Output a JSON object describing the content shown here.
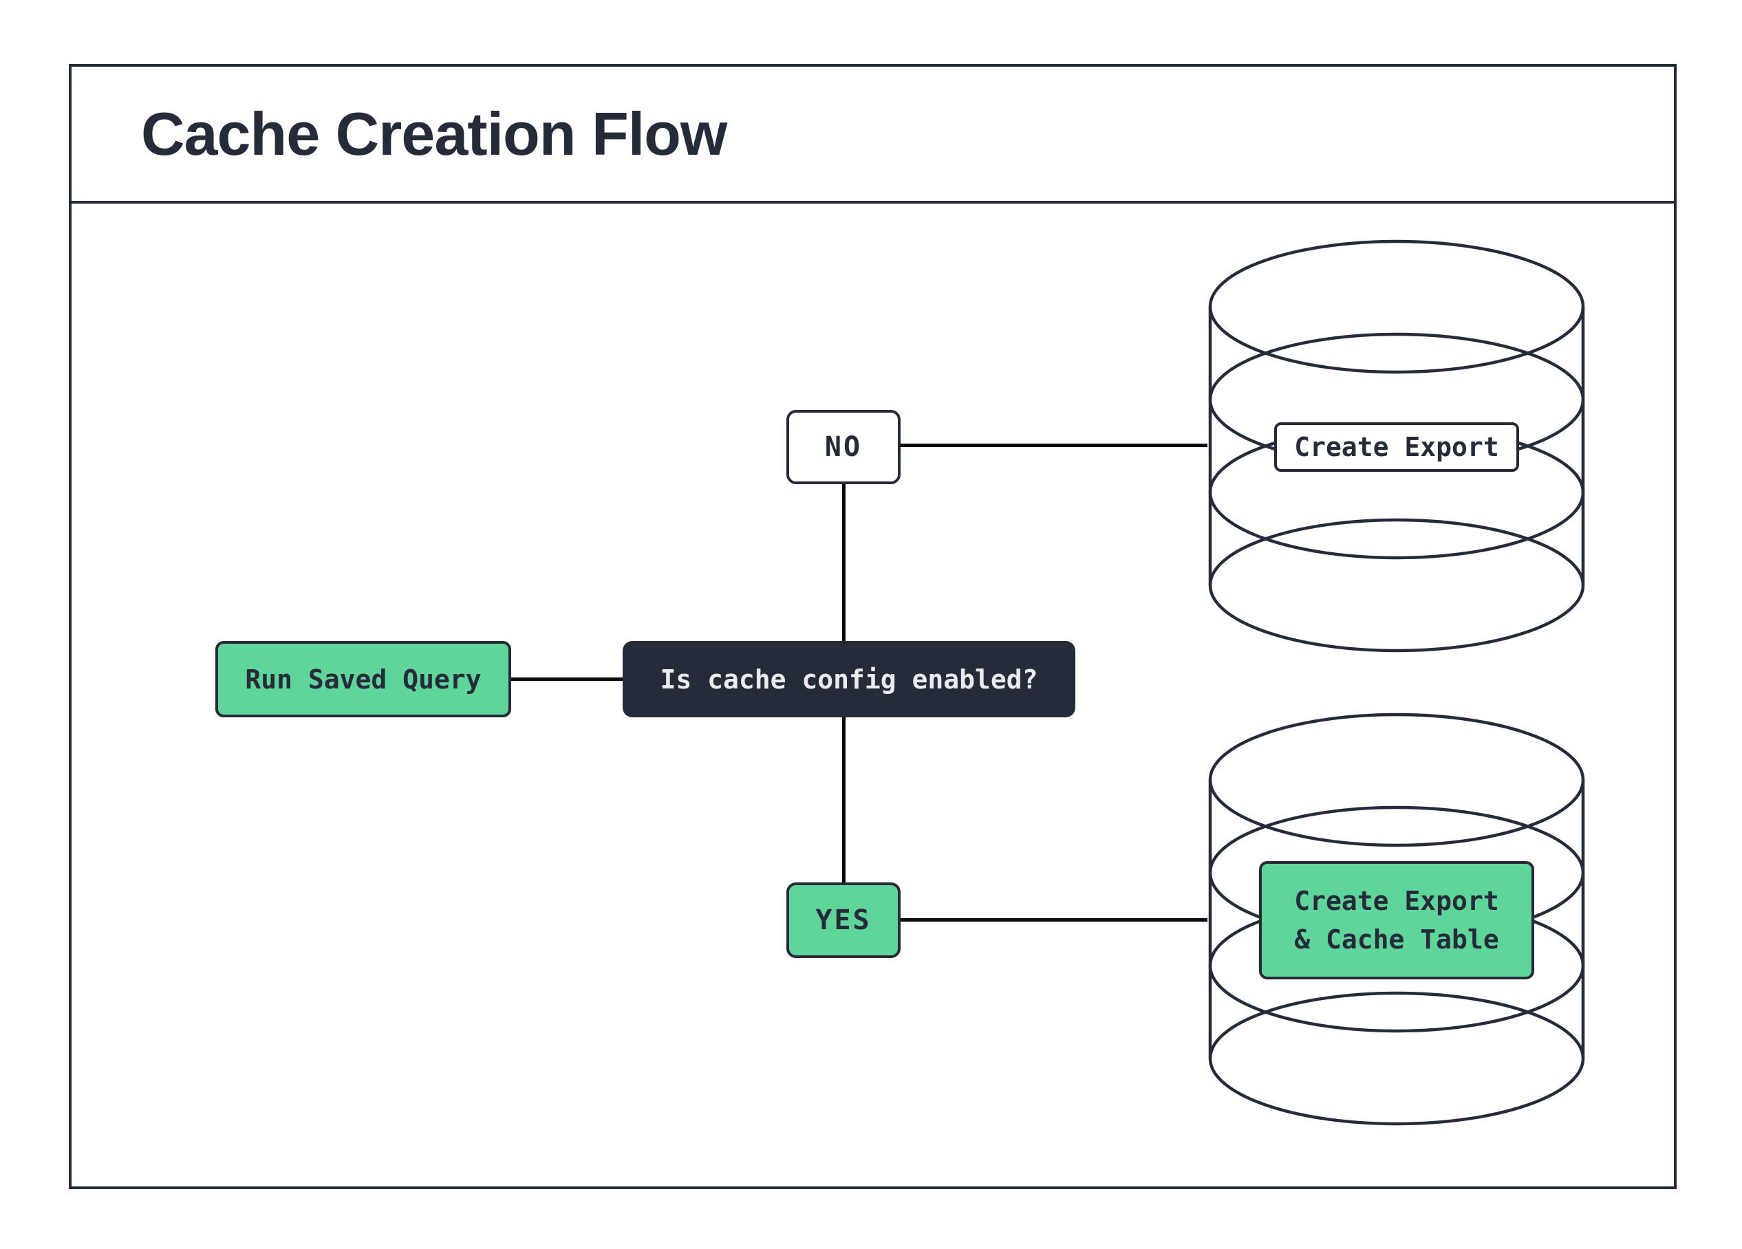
{
  "title": "Cache Creation Flow",
  "colors": {
    "ink": "#262b3a",
    "green": "#5fd49b",
    "light_text": "#e9ebee",
    "connector": "#0b0b0c",
    "background": "#ffffff"
  },
  "flow": {
    "start": {
      "label": "Run Saved Query"
    },
    "decision": {
      "label": "Is cache config enabled?"
    },
    "branch_no": {
      "label": "NO",
      "target_icon": "database-icon",
      "target_label": "Create Export"
    },
    "branch_yes": {
      "label": "YES",
      "target_icon": "database-icon",
      "target_label_line1": "Create Export",
      "target_label_line2": "& Cache Table"
    }
  }
}
